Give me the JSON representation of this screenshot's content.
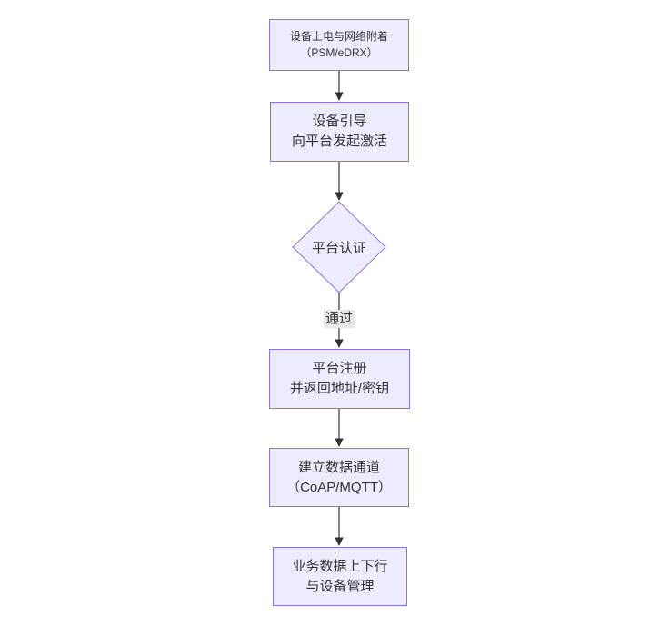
{
  "diagram": {
    "type": "flowchart",
    "direction": "top-down",
    "colors": {
      "background": "#ffffff",
      "node_fill": "#ECECFF",
      "node_border": "#9370DB",
      "text": "#333333",
      "arrow": "#333333",
      "edge_label_bg": "#e8e8e8"
    },
    "nodes": [
      {
        "id": "power-attach",
        "shape": "rect",
        "lines": [
          "设备上电与网络附着",
          "（PSM/eDRX）"
        ]
      },
      {
        "id": "bootstrap",
        "shape": "rect",
        "lines": [
          "设备引导",
          "向平台发起激活"
        ]
      },
      {
        "id": "platform-auth",
        "shape": "diamond",
        "lines": [
          "平台认证"
        ]
      },
      {
        "id": "register",
        "shape": "rect",
        "lines": [
          "平台注册",
          "并返回地址/密钥"
        ]
      },
      {
        "id": "data-channel",
        "shape": "rect",
        "lines": [
          "建立数据通道",
          "（CoAP/MQTT）"
        ]
      },
      {
        "id": "business-data",
        "shape": "rect",
        "lines": [
          "业务数据上下行",
          "与设备管理"
        ]
      }
    ],
    "edges": [
      {
        "from": "power-attach",
        "to": "bootstrap",
        "label": ""
      },
      {
        "from": "bootstrap",
        "to": "platform-auth",
        "label": ""
      },
      {
        "from": "platform-auth",
        "to": "register",
        "label": "通过"
      },
      {
        "from": "register",
        "to": "data-channel",
        "label": ""
      },
      {
        "from": "data-channel",
        "to": "business-data",
        "label": ""
      }
    ]
  }
}
